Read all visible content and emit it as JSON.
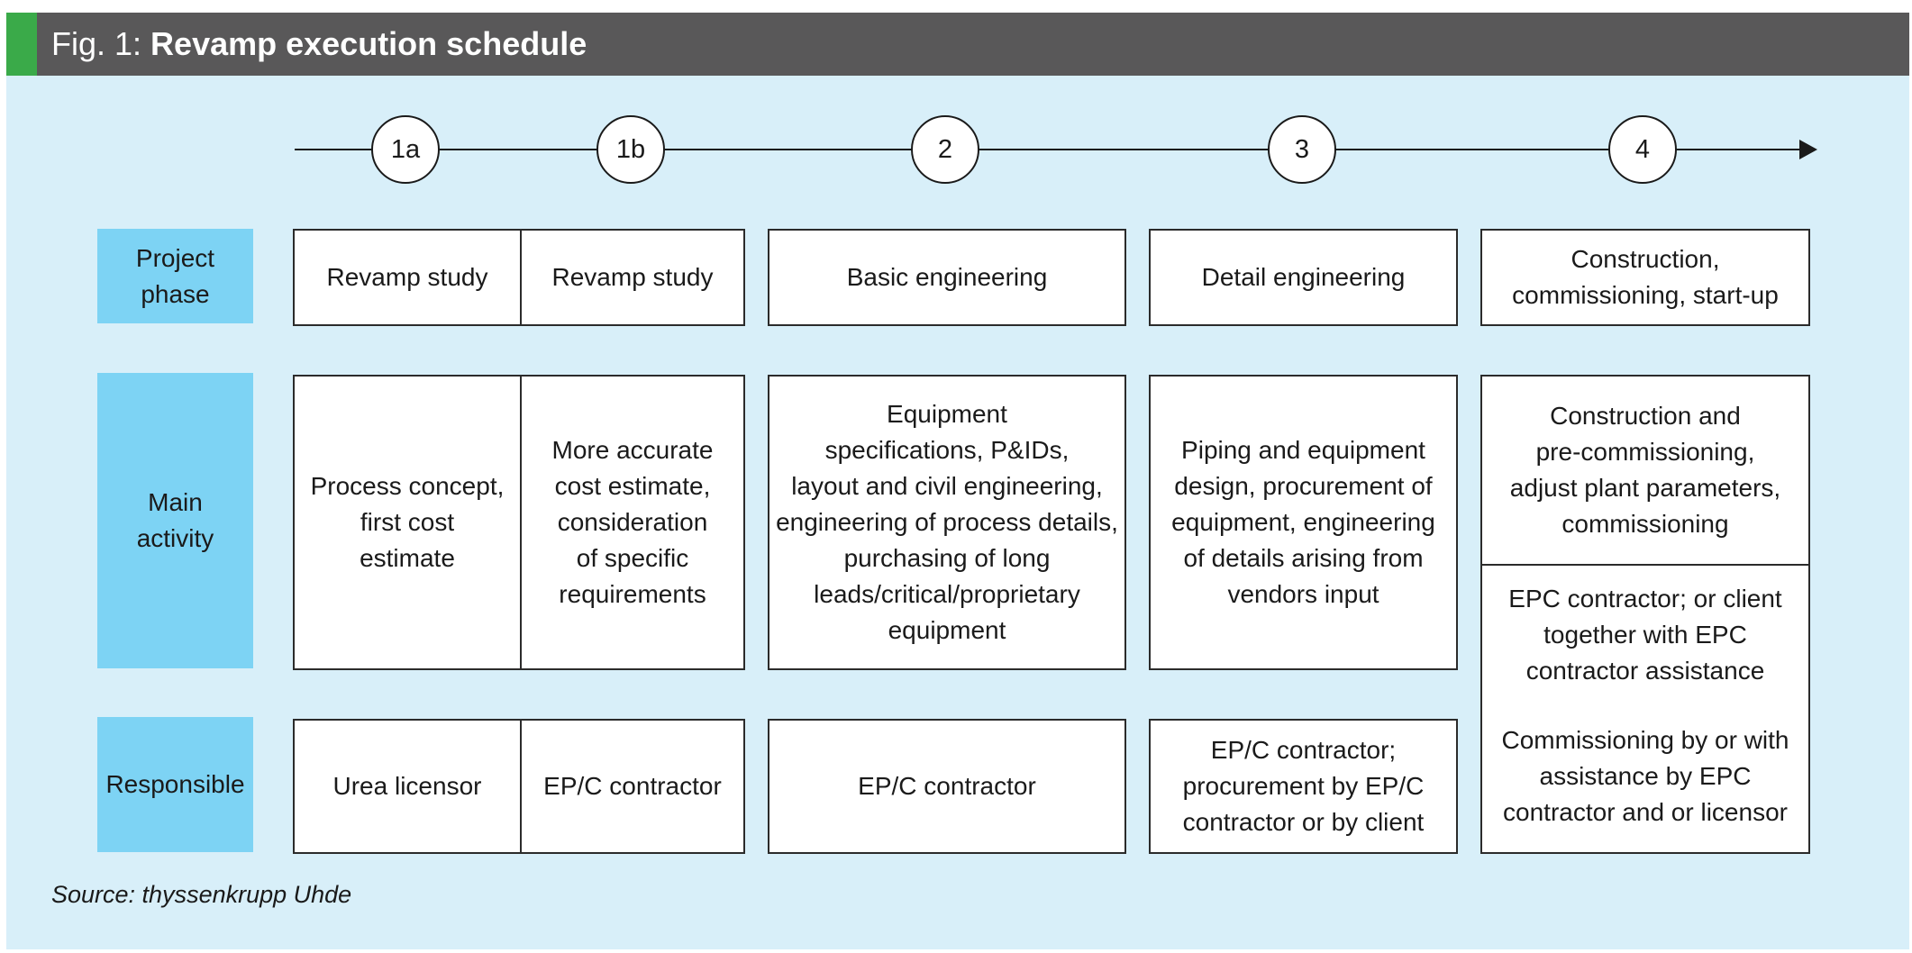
{
  "figure": {
    "title_prefix": "Fig. 1: ",
    "title": "Revamp execution schedule",
    "source": "Source: thyssenkrupp Uhde"
  },
  "timeline": {
    "nodes": [
      "1a",
      "1b",
      "2",
      "3",
      "4"
    ]
  },
  "row_labels": {
    "project_phase": "Project\nphase",
    "main_activity": "Main\nactivity",
    "responsible": "Responsible"
  },
  "phases": {
    "p1a": "Revamp study",
    "p1b": "Revamp study",
    "p2": "Basic engineering",
    "p3": "Detail engineering",
    "p4": "Construction,\ncommissioning, start-up"
  },
  "activities": {
    "a1a": "Process concept,\nfirst cost\nestimate",
    "a1b": "More accurate\ncost estimate,\nconsideration\nof specific\nrequirements",
    "a2": "Equipment\nspecifications, P&IDs,\nlayout and civil engineering,\nengineering of process details,\npurchasing of long\nleads/critical/proprietary\nequipment",
    "a3": "Piping and equipment\ndesign, procurement of\nequipment, engineering\nof details arising from\nvendors input",
    "a4": "Construction and\npre-commissioning,\nadjust plant parameters,\ncommissioning"
  },
  "responsible": {
    "r1a": "Urea licensor",
    "r1b": "EP/C contractor",
    "r2": "EP/C contractor",
    "r3": "EP/C contractor;\nprocurement by EP/C\ncontractor or by client",
    "r4a": "EPC contractor; or client\ntogether with EPC\ncontractor assistance",
    "r4b": "Commissioning by or with\nassistance by EPC\ncontractor and or licensor"
  },
  "colors": {
    "background": "#d8eff9",
    "title_bar": "#595859",
    "accent": "#3aaa49",
    "row_label_fill": "#7dd3f4"
  }
}
